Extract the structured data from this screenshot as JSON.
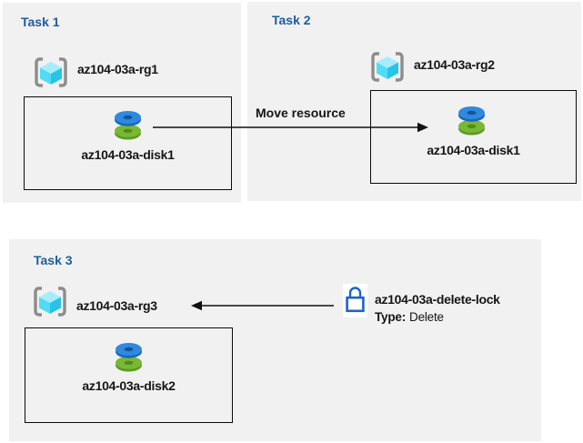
{
  "colors": {
    "panel_bg": "#f1f1f1",
    "task_title": "#1e5c9e",
    "text": "#151515",
    "box_border": "#0a0a0a",
    "lock_blue": "#1b64c8",
    "arrow": "#111111",
    "rg_bracket": "#8d8d8d",
    "rg_cube_top": "#a7ecfa",
    "rg_cube_left": "#50dcf5",
    "rg_cube_right": "#29c3e6",
    "disk_blue_top": "#3189dd",
    "disk_blue_side": "#1767be",
    "disk_blue_hole": "#11549f",
    "disk_green_top": "#79b834",
    "disk_green_side": "#5d9a22",
    "disk_green_hole": "#4f8c1d"
  },
  "icons": {
    "resource_group": "azure-resource-group-icon",
    "disk": "azure-disk-icon",
    "lock": "azure-lock-icon"
  },
  "task1": {
    "title": "Task 1",
    "resource_group": "az104-03a-rg1",
    "disk": "az104-03a-disk1"
  },
  "task2": {
    "title": "Task 2",
    "resource_group": "az104-03a-rg2",
    "disk": "az104-03a-disk1"
  },
  "task3": {
    "title": "Task 3",
    "resource_group": "az104-03a-rg3",
    "disk": "az104-03a-disk2",
    "lock_name": "az104-03a-delete-lock",
    "lock_type_label": "Type:",
    "lock_type_value": "Delete"
  },
  "annotations": {
    "move_label": "Move resource"
  }
}
